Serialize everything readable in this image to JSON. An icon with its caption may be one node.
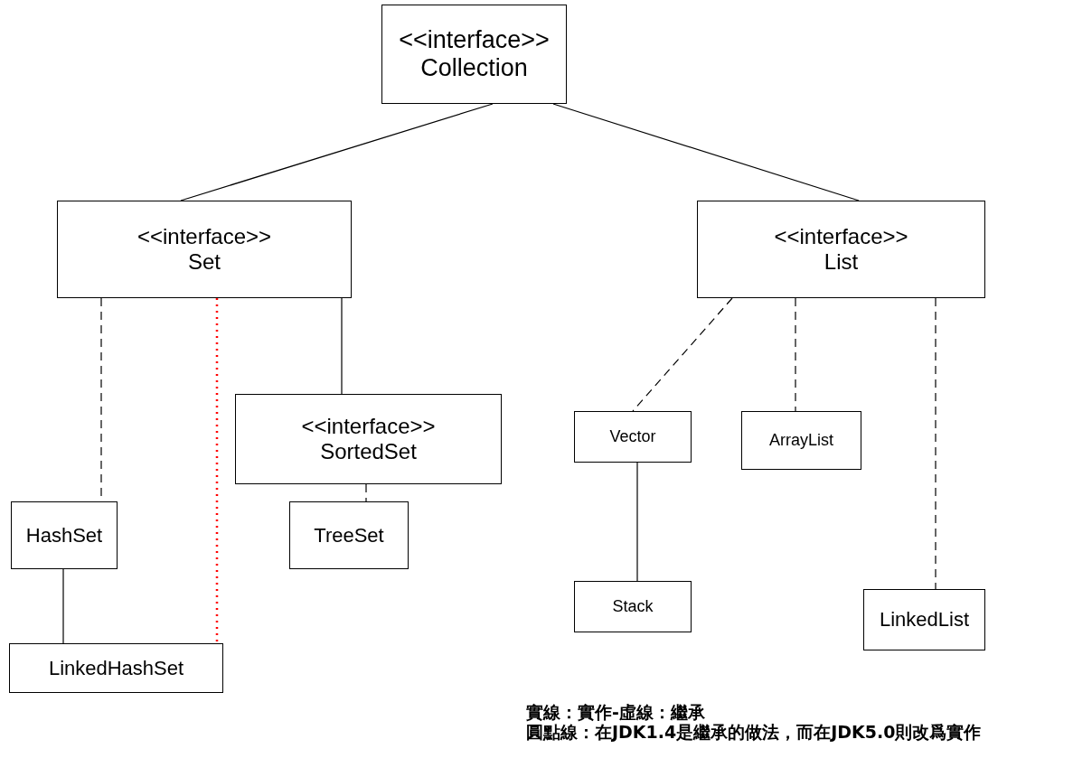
{
  "diagram": {
    "nodes": [
      {
        "text": [
          "<<interface>> Collection"
        ]
      },
      {
        "text": [
          "<<interface>> Set"
        ]
      },
      {
        "text": [
          "<<interface>> List"
        ]
      },
      {
        "text": [
          "<<interface>> SortedSet"
        ]
      },
      {
        "text": [
          "Vector"
        ]
      },
      {
        "text": [
          "ArrayList"
        ]
      },
      {
        "text": [
          "HashSet"
        ]
      },
      {
        "text": [
          "TreeSet"
        ]
      },
      {
        "text": [
          "Stack"
        ]
      },
      {
        "text": [
          "LinkedList"
        ]
      },
      {
        "text": [
          "LinkedHashSet"
        ]
      }
    ],
    "edges": [
      {
        "from": 0,
        "to": 1,
        "arrow": "none"
      },
      {
        "from": 0,
        "to": 2,
        "arrow": "none"
      },
      {
        "from": 1,
        "to": 6,
        "arrow": "none",
        "style": "dashed"
      },
      {
        "from": 1,
        "to": 10,
        "arrow": "none",
        "style": "dashed",
        "color": "#ff0000"
      },
      {
        "from": 1,
        "to": 3,
        "arrow": "none"
      },
      {
        "from": 3,
        "to": 7,
        "arrow": "none",
        "style": "dashed"
      },
      {
        "from": 2,
        "to": 4,
        "arrow": "none",
        "style": "dashed"
      },
      {
        "from": 2,
        "to": 5,
        "arrow": "none",
        "style": "dashed"
      },
      {
        "from": 2,
        "to": 9,
        "arrow": "none",
        "style": "dashed"
      },
      {
        "from": 4,
        "to": 8,
        "arrow": "none"
      },
      {
        "from": 6,
        "to": 10,
        "arrow": "none"
      }
    ],
    "labels": [
      "實線：實作-虛線：繼承",
      "圓點線：在JDK1.4是繼承的做法，而在JDK5.0則改爲實作"
    ]
  }
}
